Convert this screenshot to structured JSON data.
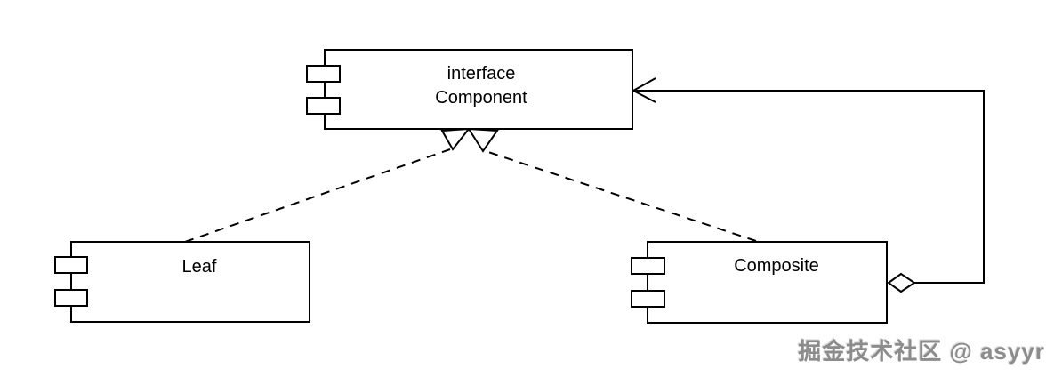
{
  "diagram": {
    "nodes": {
      "component": {
        "stereotype": "interface",
        "name": "Component"
      },
      "leaf": {
        "name": "Leaf"
      },
      "composite": {
        "name": "Composite"
      }
    },
    "colors": {
      "stroke": "#000000",
      "background": "#ffffff",
      "watermark_text": "#8c8c8c"
    }
  },
  "watermark": {
    "text": "掘金技术社区 @ asyyr"
  }
}
